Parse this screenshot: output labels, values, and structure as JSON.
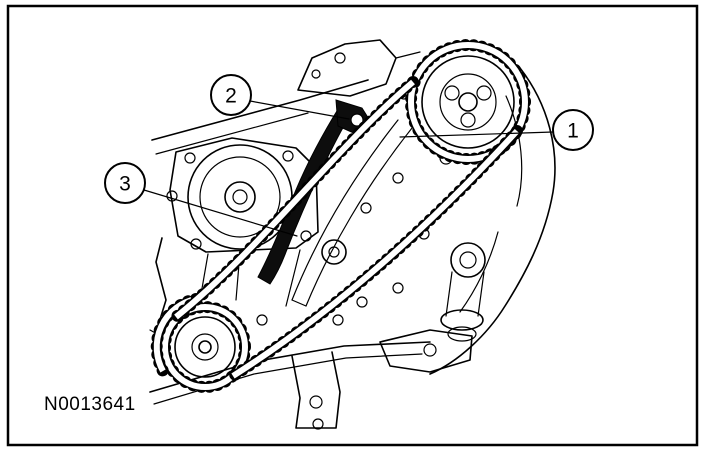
{
  "figure": {
    "id_label": "N0013641",
    "background": "#ffffff",
    "line_color": "#000000"
  },
  "callouts": {
    "c1": {
      "label": "1"
    },
    "c2": {
      "label": "2"
    },
    "c3": {
      "label": "3"
    }
  }
}
